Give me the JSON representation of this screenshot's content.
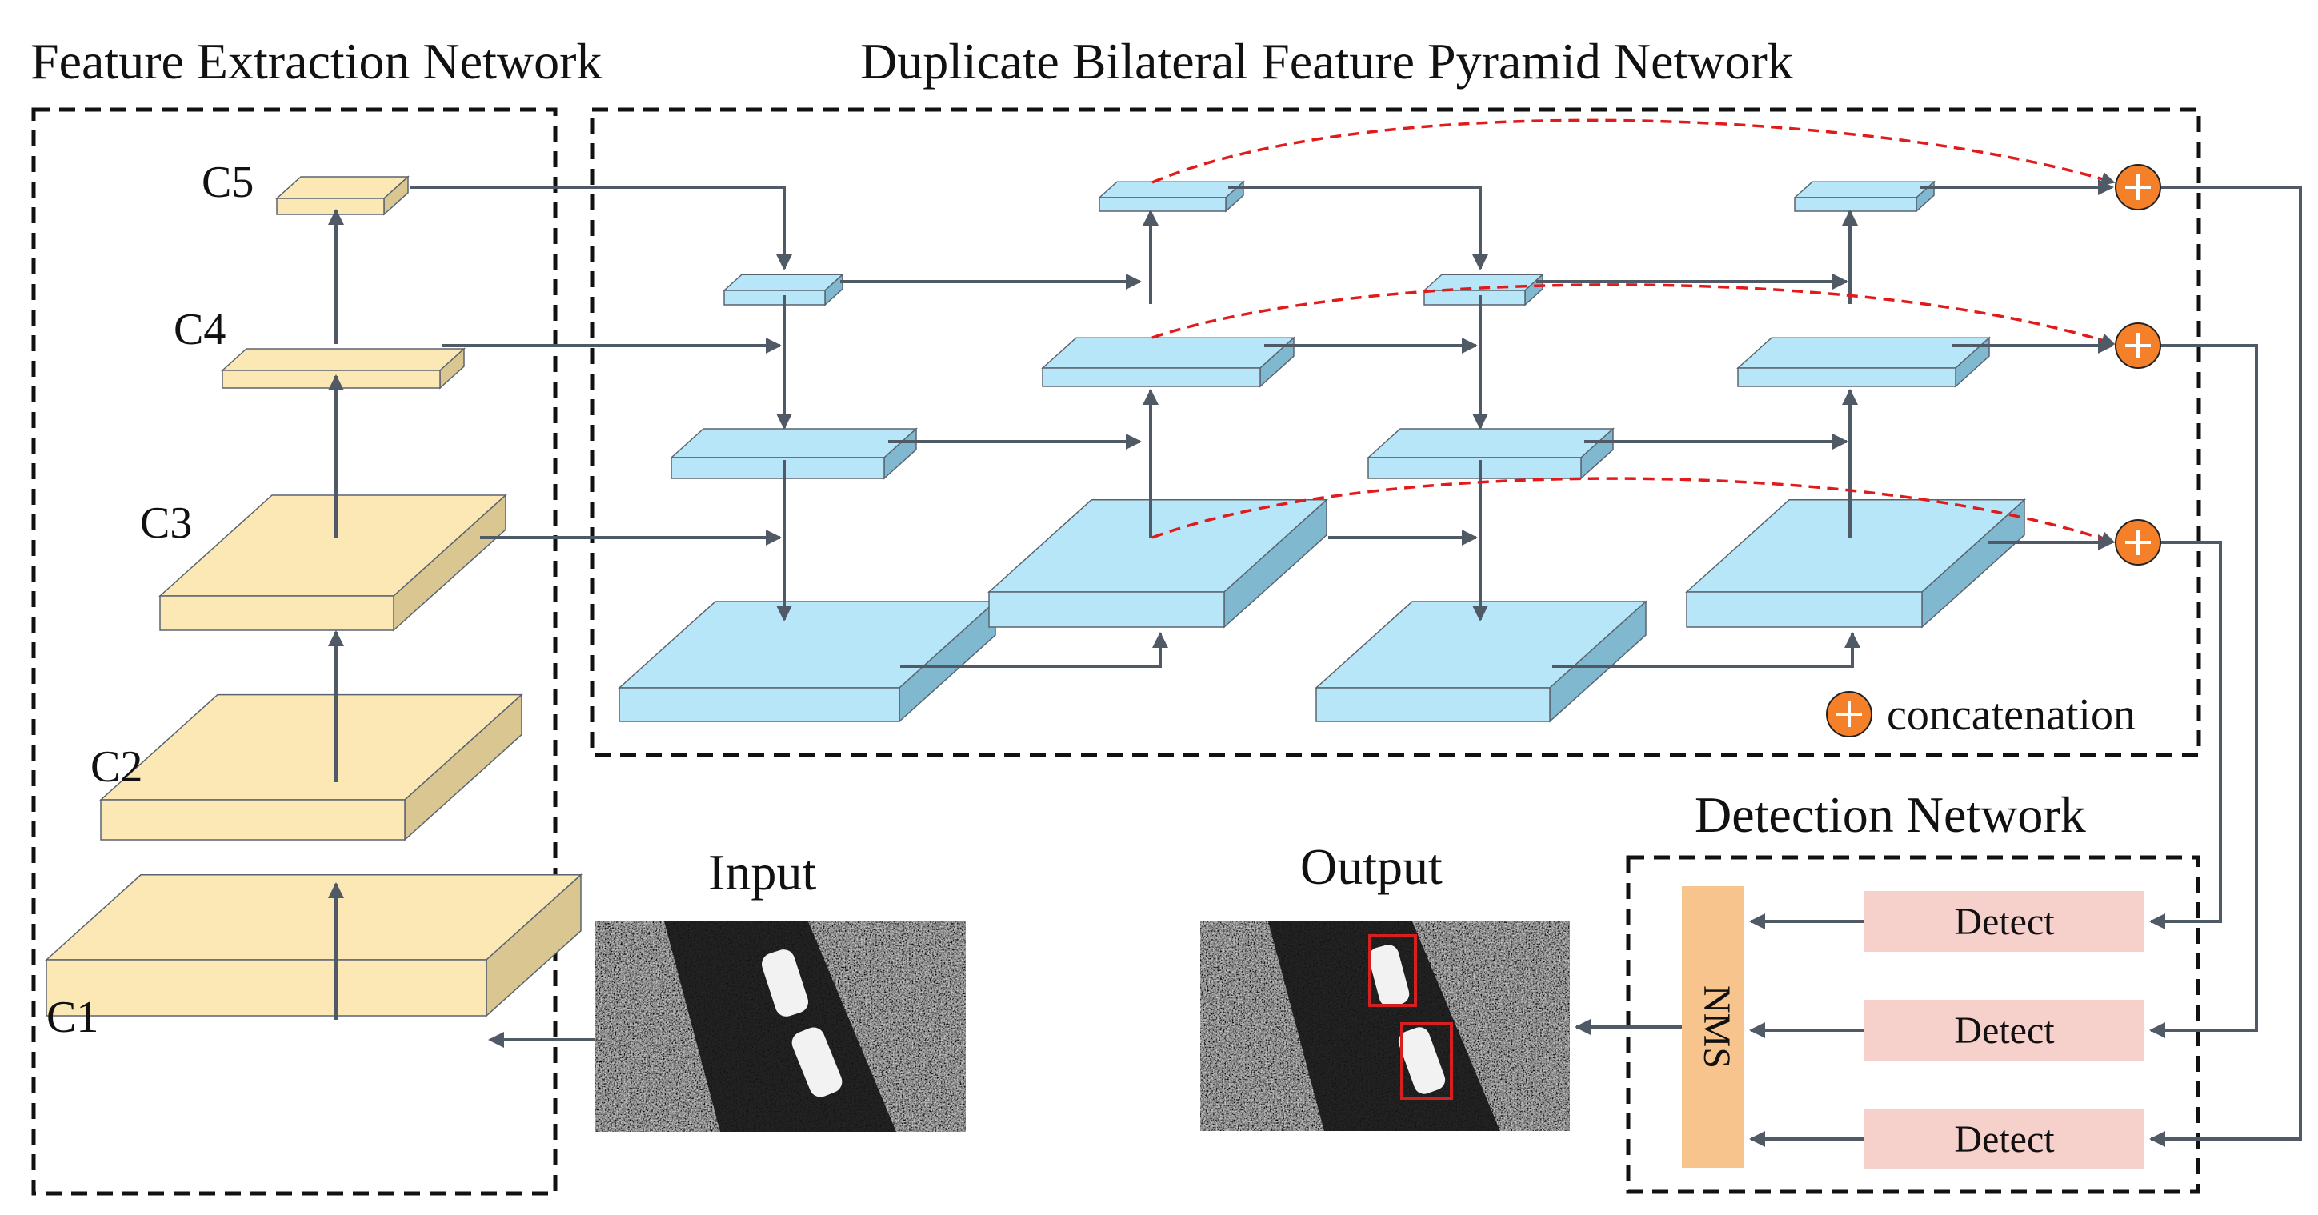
{
  "titles": {
    "feature_extraction": "Feature Extraction Network",
    "bifpn": "Duplicate Bilateral Feature Pyramid Network",
    "detection": "Detection Network"
  },
  "backbone_labels": {
    "c1": "C1",
    "c2": "C2",
    "c3": "C3",
    "c4": "C4",
    "c5": "C5"
  },
  "legend": {
    "label": "concatenation",
    "symbol": "+"
  },
  "panels": {
    "input": "Input",
    "output": "Output"
  },
  "detection": {
    "nms": "NMS",
    "detect_blocks": [
      "Detect",
      "Detect",
      "Detect"
    ]
  },
  "colors": {
    "backbone_block": "#fbe8b4",
    "backbone_side": "#d9c690",
    "pyramid_block": "#b7e6f8",
    "pyramid_side": "#7fb8cf",
    "arrow": "#505a66",
    "skip_connection": "#e11b1b",
    "concat_node": "#f5802a",
    "detect_block": "#f6d0cb",
    "nms_block": "#f8c48e",
    "output_box": "#d42020"
  }
}
